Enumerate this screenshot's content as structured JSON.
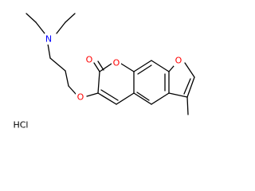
{
  "molecule": {
    "atoms": [
      {
        "id": "n",
        "text": "N",
        "color": "#0000ff"
      },
      {
        "id": "o-carbonyl",
        "text": "O",
        "color": "#ff0000"
      },
      {
        "id": "o-ring",
        "text": "O",
        "color": "#ff0000"
      },
      {
        "id": "o-furan",
        "text": "O",
        "color": "#ff0000"
      },
      {
        "id": "o-ether",
        "text": "O",
        "color": "#ff0000"
      }
    ],
    "salt": {
      "text": "HCl",
      "color": "#000000"
    },
    "bond_color": "#000000"
  }
}
